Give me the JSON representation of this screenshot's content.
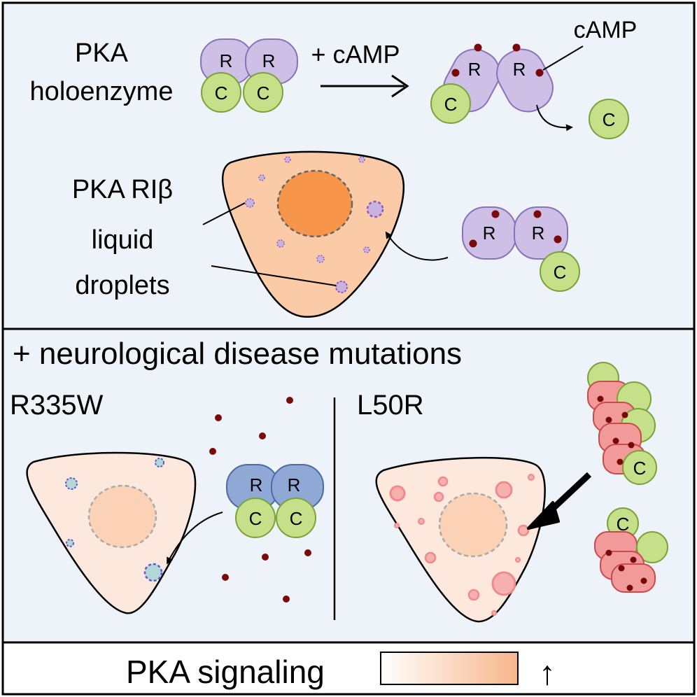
{
  "top_panel": {
    "holoenzyme_label_line1": "PKA",
    "holoenzyme_label_line2": "holoenzyme",
    "reaction_label": "+ cAMP",
    "camp_callout": "cAMP",
    "droplet_label_line1": "PKA RIβ",
    "droplet_label_line2": "liquid",
    "droplet_label_line3": "droplets"
  },
  "subunits": {
    "regulatory": "R",
    "catalytic": "C"
  },
  "bottom_panel": {
    "heading": "+ neurological disease mutations",
    "mutation_left": "R335W",
    "mutation_right": "L50R"
  },
  "legend": {
    "label": "PKA signaling",
    "arrow_glyph": "↑"
  },
  "colors": {
    "panel_bg": "#eef3fa",
    "regulatory_fill": "#cdbfe6",
    "regulatory_stroke": "#8a72b8",
    "catalytic_fill": "#c6e08a",
    "catalytic_stroke": "#7aa23a",
    "camp_dot": "#7a0a0a",
    "cell_fill_active": "#fbcaa6",
    "nucleus_fill": "#f7954a",
    "cell_fill_pale": "#fce8dc",
    "r335w_regulatory": "#8fa8d6",
    "l50r_regulatory": "#f29a9a",
    "l50r_droplet": "#f08a8a"
  }
}
